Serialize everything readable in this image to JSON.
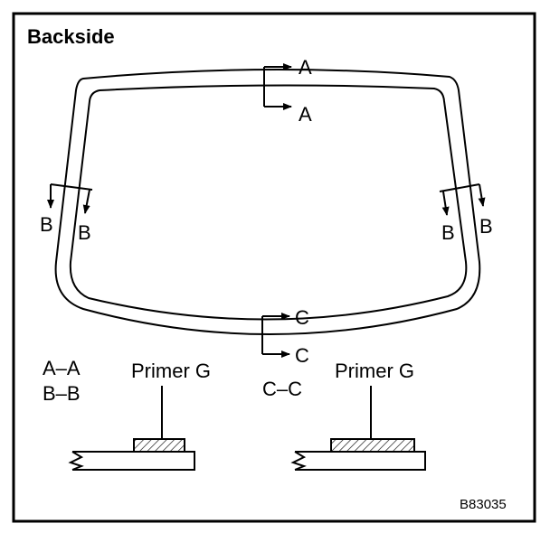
{
  "title": "Backside",
  "section_marks": {
    "a_top": "A",
    "a_bottom": "A",
    "b_left_outer": "B",
    "b_left_inner": "B",
    "b_right_inner": "B",
    "b_right_outer": "B",
    "c_top": "C",
    "c_bottom": "C"
  },
  "detail_left": {
    "section_line1": "A–A",
    "section_line2": "B–B",
    "material_label": "Primer G"
  },
  "detail_right": {
    "section_label": "C–C",
    "material_label": "Primer G"
  },
  "figure_code": "B83035"
}
